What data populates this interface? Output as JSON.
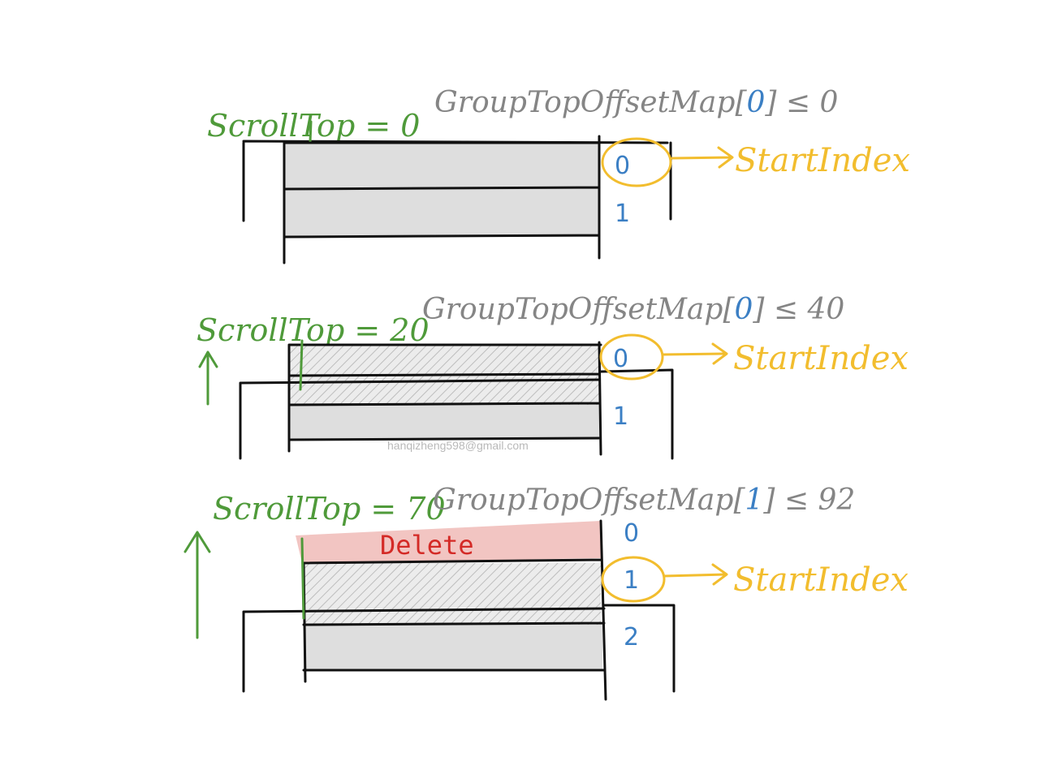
{
  "panels": [
    {
      "scroll_label": "ScrollTop = 0",
      "map_prefix": "GroupTopOffsetMap[",
      "map_index": "0",
      "map_suffix": "] ≤ 0",
      "row_indices": [
        "0",
        "1"
      ],
      "start_label": "StartIndex"
    },
    {
      "scroll_label": "ScrollTop = 20",
      "map_prefix": "GroupTopOffsetMap[",
      "map_index": "0",
      "map_suffix": "] ≤ 40",
      "row_indices": [
        "0",
        "1"
      ],
      "start_label": "StartIndex"
    },
    {
      "scroll_label": "ScrollTop = 70",
      "map_prefix": "GroupTopOffsetMap[",
      "map_index": "1",
      "map_suffix": "] ≤ 92",
      "row_indices": [
        "0",
        "1",
        "2"
      ],
      "start_label": "StartIndex",
      "delete_label": "Delete"
    }
  ],
  "watermark": "hanqizheng598@gmail.com",
  "colors": {
    "scroll_green": "#4f9a3a",
    "map_gray": "#858585",
    "index_blue": "#3b7fc4",
    "start_yellow": "#f2bd2e",
    "delete_red": "#d42a26",
    "delete_fill": "#f2c5c2",
    "row_gray": "#dedede"
  }
}
